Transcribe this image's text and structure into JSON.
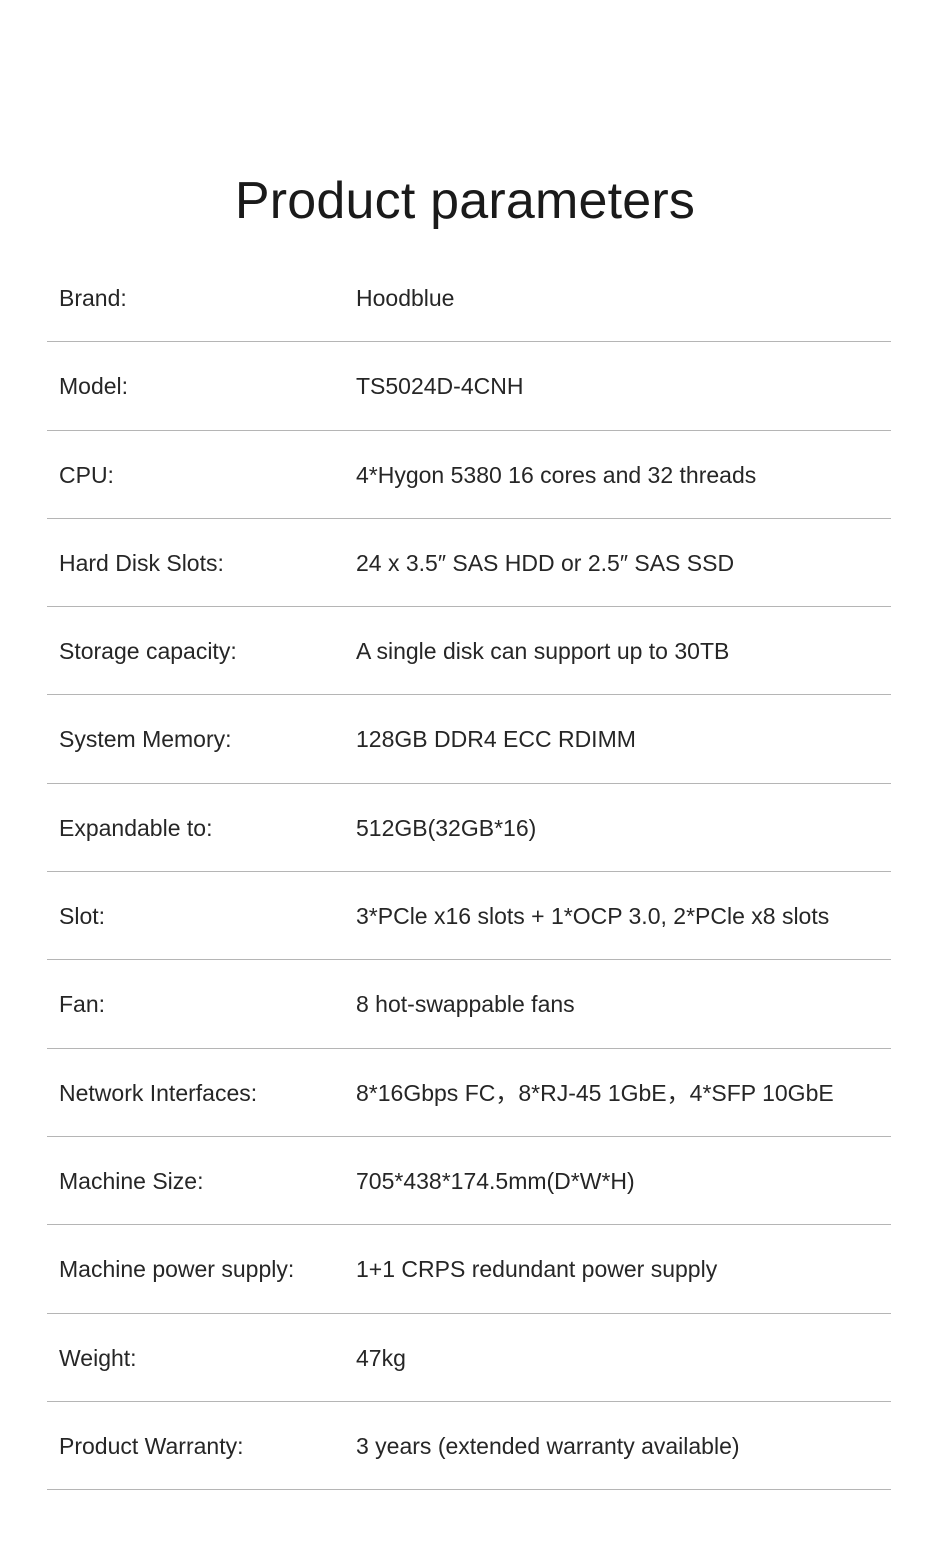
{
  "title": "Product parameters",
  "rows": [
    {
      "label": "Brand:",
      "value": "Hoodblue"
    },
    {
      "label": "Model:",
      "value": "TS5024D-4CNH"
    },
    {
      "label": "CPU:",
      "value": "4*Hygon 5380  16 cores and 32 threads"
    },
    {
      "label": "Hard Disk Slots:",
      "value": "24 x 3.5″ SAS HDD or 2.5″ SAS SSD"
    },
    {
      "label": "Storage capacity:",
      "value": "A single disk can support up to 30TB"
    },
    {
      "label": "System Memory:",
      "value": "128GB DDR4 ECC RDIMM"
    },
    {
      "label": "Expandable to:",
      "value": "512GB(32GB*16)"
    },
    {
      "label": "Slot:",
      "value": "3*PCle x16 slots + 1*OCP 3.0,  2*PCle x8 slots"
    },
    {
      "label": "Fan:",
      "value": "8 hot-swappable fans"
    },
    {
      "label": "Network Interfaces:",
      "value": "8*16Gbps FC，8*RJ-45 1GbE，4*SFP  10GbE"
    },
    {
      "label": "Machine Size:",
      "value": "705*438*174.5mm(D*W*H)"
    },
    {
      "label": "Machine power supply:",
      "value": "1+1 CRPS redundant power supply"
    },
    {
      "label": "Weight:",
      "value": "47kg"
    },
    {
      "label": "Product Warranty:",
      "value": "3 years (extended warranty available)"
    }
  ]
}
